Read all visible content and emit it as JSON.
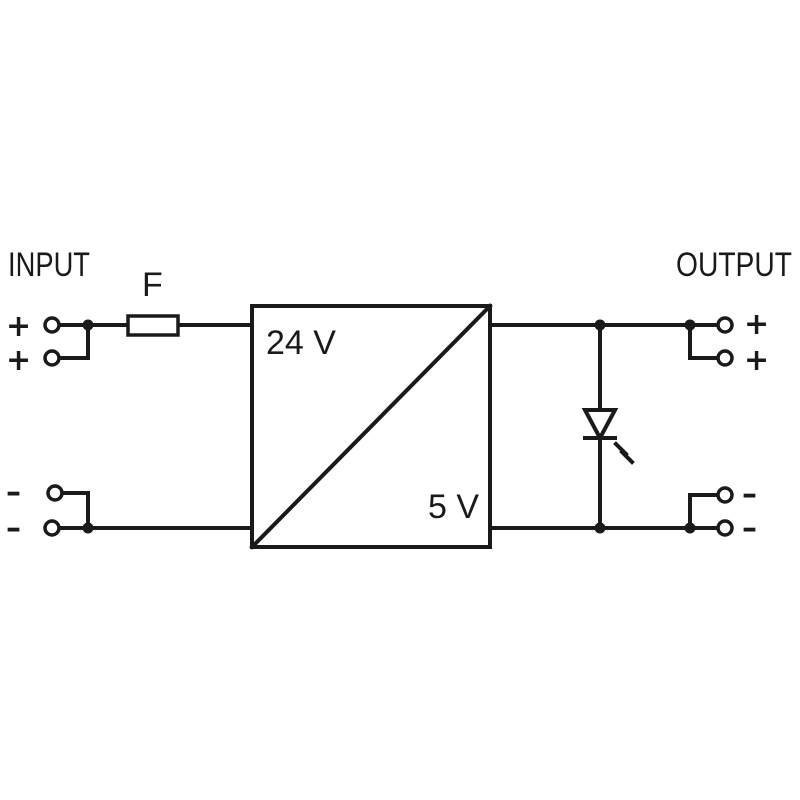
{
  "input_label": "INPUT",
  "output_label": "OUTPUT",
  "fuse_label": "F",
  "converter": {
    "input_voltage": "24 V",
    "output_voltage": "5 V"
  },
  "input_terminals": [
    "+",
    "+",
    "–",
    "–"
  ],
  "output_terminals": [
    "+",
    "+",
    "–",
    "–"
  ]
}
